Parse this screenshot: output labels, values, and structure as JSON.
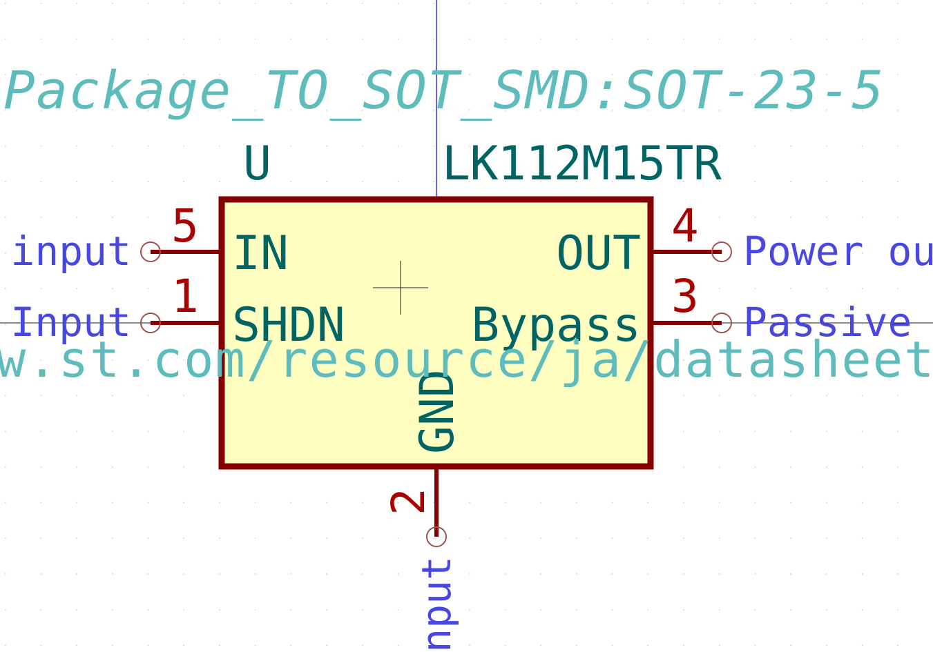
{
  "symbol": {
    "reference": "U",
    "value": "LK112M15TR",
    "footprint": "Package_TO_SOT_SMD:SOT-23-5",
    "datasheet": "w.st.com/resource/ja/datasheet/l"
  },
  "pins": [
    {
      "number": "5",
      "name": "IN",
      "type": "r input"
    },
    {
      "number": "1",
      "name": "SHDN",
      "type": "Input"
    },
    {
      "number": "4",
      "name": "OUT",
      "type": "Power out"
    },
    {
      "number": "3",
      "name": "Bypass",
      "type": "Passive"
    },
    {
      "number": "2",
      "name": "GND",
      "type": "input"
    }
  ],
  "colors": {
    "background": "#ffffff",
    "body_fill": "#ffffc2",
    "body_outline": "#840000",
    "pin_line": "#840000",
    "pin_number": "#a90000",
    "pin_name": "#006464",
    "pin_type": "#4848e0",
    "field_text": "#006464",
    "hidden_field_text": "#5fbcbc",
    "axis_line": "#0000c8",
    "grid_dot": "#c8c8c8"
  }
}
